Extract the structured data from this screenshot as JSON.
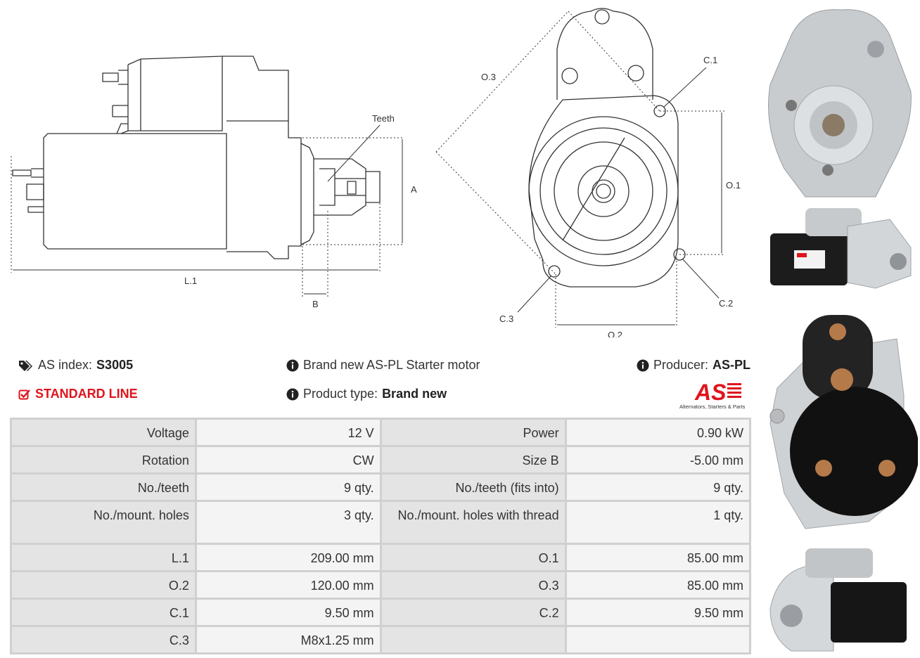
{
  "diagram": {
    "labels": {
      "teeth": "Teeth",
      "a": "A",
      "l1": "L.1",
      "b": "B",
      "o3": "O.3",
      "c1": "C.1",
      "o1": "O.1",
      "c2": "C.2",
      "c3": "C.3",
      "o2": "O.2"
    }
  },
  "info": {
    "as_index_label": "AS index:",
    "as_index_value": "S3005",
    "line_label": "STANDARD LINE",
    "description": "Brand new AS-PL Starter motor",
    "product_type_label": "Product type:",
    "product_type_value": "Brand new",
    "producer_label": "Producer:",
    "producer_value": "AS-PL",
    "logo_tagline": "Alternators, Starters & Parts",
    "logo_text": "AS"
  },
  "specs": [
    [
      "Voltage",
      "12 V",
      "Power",
      "0.90 kW"
    ],
    [
      "Rotation",
      "CW",
      "Size B",
      "-5.00 mm"
    ],
    [
      "No./teeth",
      "9 qty.",
      "No./teeth (fits into)",
      "9 qty."
    ],
    [
      "No./mount. holes",
      "3 qty.",
      "No./mount. holes with thread",
      "1 qty."
    ],
    [
      "L.1",
      "209.00 mm",
      "O.1",
      "85.00 mm"
    ],
    [
      "O.2",
      "120.00 mm",
      "O.3",
      "85.00 mm"
    ],
    [
      "C.1",
      "9.50 mm",
      "C.2",
      "9.50 mm"
    ],
    [
      "C.3",
      "M8x1.25 mm",
      "",
      ""
    ]
  ],
  "colors": {
    "accent_red": "#e0141c",
    "label_cell": "#e4e4e4",
    "value_cell": "#f4f4f4"
  }
}
